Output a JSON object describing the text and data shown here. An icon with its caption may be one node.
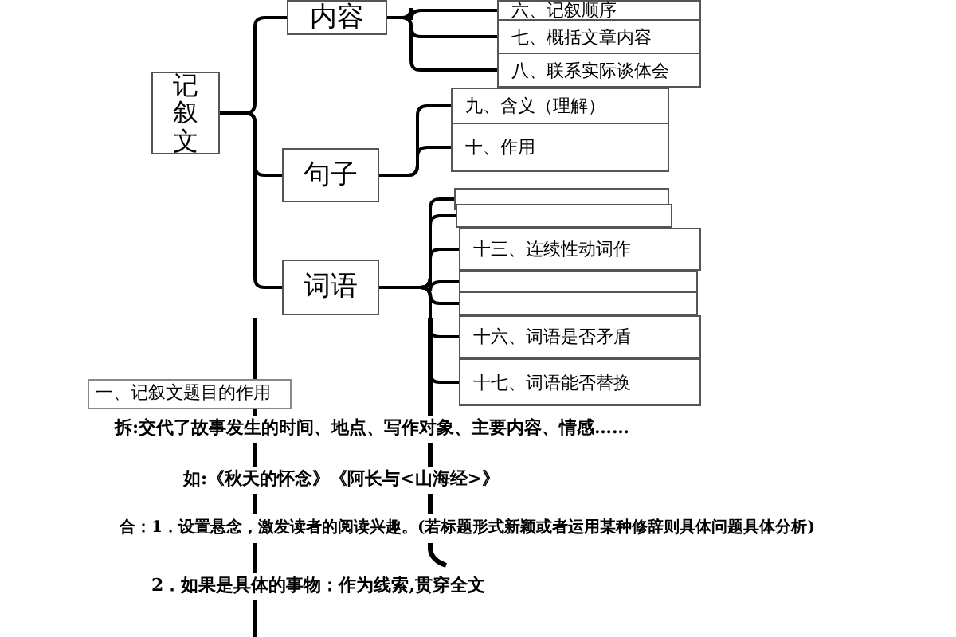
{
  "diagram": {
    "nodes": [
      {
        "text": [
          "记叙文"
        ]
      },
      {
        "text": [
          "内容"
        ]
      },
      {
        "text": [
          "句子"
        ]
      },
      {
        "text": [
          "词语"
        ]
      },
      {
        "text": [
          "六、记叙顺序"
        ]
      },
      {
        "text": [
          "七、概括文章内容"
        ]
      },
      {
        "text": [
          "八、联系实际谈体会"
        ]
      },
      {
        "text": [
          "九、含义（理解）"
        ]
      },
      {
        "text": [
          "十、作用"
        ]
      },
      {
        "text": [],
        "shape": "box"
      },
      {
        "text": [],
        "shape": "box"
      },
      {
        "text": [
          "十三、连续性动词作"
        ]
      },
      {
        "text": [],
        "shape": "box"
      },
      {
        "text": [],
        "shape": "box"
      },
      {
        "text": [
          "十六、词语是否矛盾"
        ]
      },
      {
        "text": [
          "十七、词语能否替换"
        ]
      }
    ],
    "edges": [
      {
        "from": 0,
        "to": 1,
        "arrow": "none"
      },
      {
        "from": 0,
        "to": 2,
        "arrow": "none"
      },
      {
        "from": 0,
        "to": 3,
        "arrow": "none"
      },
      {
        "from": 1,
        "to": 4,
        "arrow": "none"
      },
      {
        "from": 1,
        "to": 5,
        "arrow": "none"
      },
      {
        "from": 1,
        "to": 6,
        "arrow": "none"
      },
      {
        "from": 2,
        "to": 7,
        "arrow": "none"
      },
      {
        "from": 2,
        "to": 8,
        "arrow": "none"
      },
      {
        "from": 3,
        "to": 9,
        "arrow": "none"
      },
      {
        "from": 3,
        "to": 10,
        "arrow": "none"
      },
      {
        "from": 3,
        "to": 11,
        "arrow": "none"
      },
      {
        "from": 3,
        "to": 12,
        "arrow": "none"
      },
      {
        "from": 3,
        "to": 13,
        "arrow": "none"
      },
      {
        "from": 3,
        "to": 14,
        "arrow": "none"
      },
      {
        "from": 3,
        "to": 15,
        "arrow": "none"
      }
    ],
    "labels": [
      "一、记叙文题目的作用",
      "拆:交代了故事发生的时间、地点、写作对象、主要内容、情感……",
      "如:《秋天的怀念》《阿长与<山海经>》",
      "合：1．设置悬念，激发读者的阅读兴趣。(若标题形式新颖或者运用某种修辞则具体问题具体分析)",
      "2．如果是具体的事物：作为线索,贯穿全文"
    ]
  }
}
